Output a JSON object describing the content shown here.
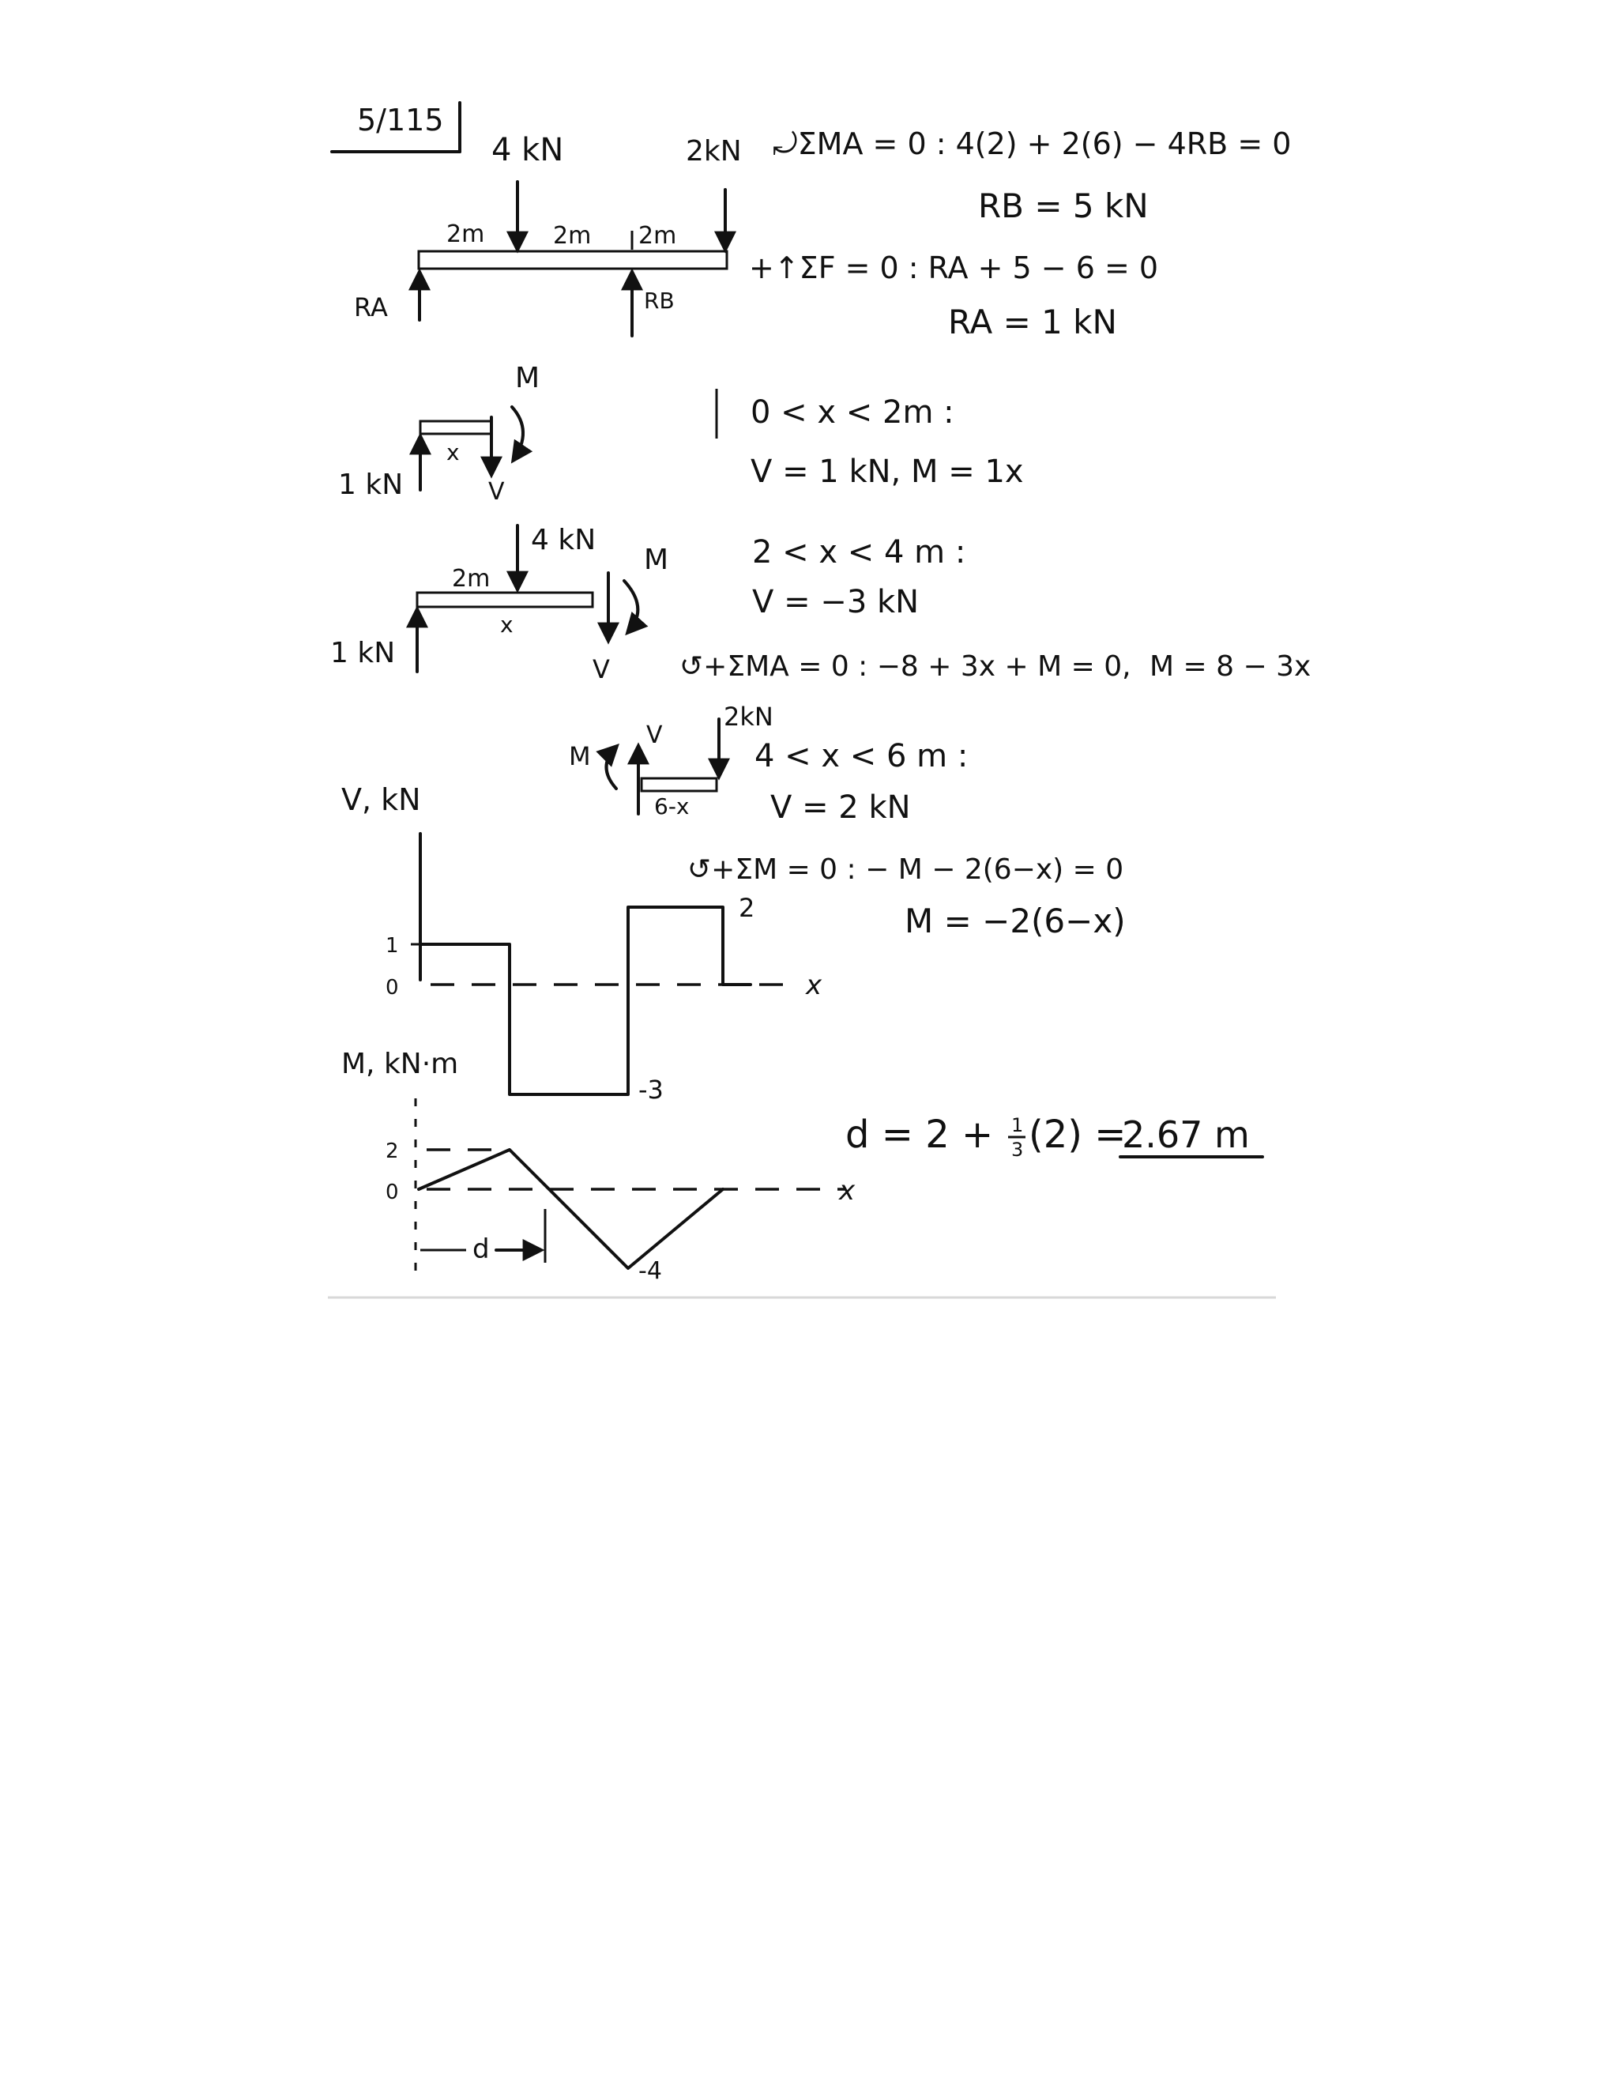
{
  "problem": {
    "number": "5/115"
  },
  "beam_fbd": {
    "load_1": "4 kN",
    "load_2": "2kN",
    "span_1": "2m",
    "span_2": "2m",
    "span_3": "2m",
    "reaction_a": "RA",
    "reaction_b": "RB"
  },
  "equilibrium": {
    "moment_eq": "⤾ΣMA = 0 : 4(2) + 2(6) − 4RB = 0",
    "rb_result": "RB = 5 kN",
    "force_eq": "+↑ΣF = 0 : RA + 5 − 6 = 0",
    "ra_result": "RA = 1 kN"
  },
  "section_1": {
    "moment_label": "M",
    "x_label": "x",
    "force_label": "1 kN",
    "shear_label": "V",
    "range": "0 < x < 2m :",
    "result": "V = 1 kN,   M = 1x"
  },
  "section_2": {
    "load_label": "4 kN",
    "dist_label": "2m",
    "moment_label": "M",
    "x_label": "x",
    "force_label": "1 kN",
    "shear_label": "V",
    "range": "2 < x < 4 m :",
    "shear": "V = −3 kN",
    "moment_eq": "↺+ΣMA = 0 : −8 + 3x + M = 0,",
    "moment_result": "M = 8 − 3x"
  },
  "section_3": {
    "load_label": "2kN",
    "shear_label": "V",
    "moment_label": "M",
    "length_label": "6-x",
    "range": "4 < x < 6 m :",
    "shear": "V = 2 kN",
    "moment_eq": "↺+ΣM = 0 : − M − 2(6−x) = 0",
    "moment_result": "M = −2(6−x)"
  },
  "shear_diagram": {
    "axis_title": "V, kN",
    "tick_1": "1",
    "tick_0": "0",
    "label_max": "2",
    "label_min": "-3",
    "x_axis": "x"
  },
  "moment_diagram": {
    "axis_title": "M, kN·m",
    "tick_2": "2",
    "tick_0": "0",
    "label_min": "-4",
    "d_label": "d",
    "x_axis": "x"
  },
  "answer": {
    "prefix": "d = 2 + ",
    "frac_num": "1",
    "frac_den": "3",
    "mid": "(2) = ",
    "value": "2.67 m"
  }
}
